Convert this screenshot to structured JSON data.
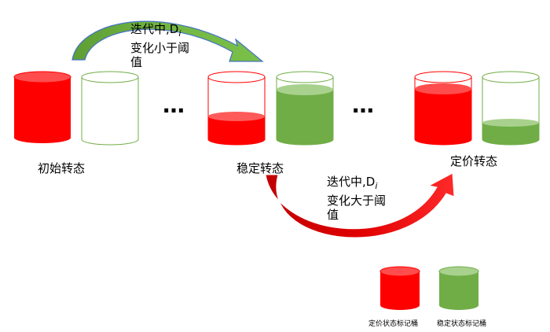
{
  "colors": {
    "red": "#ff0000",
    "red_dark": "#c00000",
    "green": "#70ad47",
    "green_light": "#a9d18e",
    "green_stroke": "#5b9a3c",
    "arrow_blue": "#4472c4",
    "arrow_red_edge": "#ffffff"
  },
  "states": {
    "initial": "初始转态",
    "stable": "稳定转态",
    "priced": "定价转态"
  },
  "ellipsis": "…",
  "conditions": {
    "small": {
      "line1": "迭代中,",
      "d": "D",
      "sub": "i",
      "line2": "变化小于阈",
      "line3": "值"
    },
    "large": {
      "line1": "迭代中,",
      "d": "D",
      "sub": "i",
      "line2": "变化大于阈",
      "line3": "值"
    }
  },
  "legend": {
    "red_label": "定价状态标记桶",
    "green_label": "稳定状态标记桶"
  },
  "fill_levels": {
    "initial_red": 1.0,
    "initial_green": 0.0,
    "stable_red": 0.35,
    "stable_green": 0.9,
    "priced_red": 0.9,
    "priced_green": 0.3
  }
}
